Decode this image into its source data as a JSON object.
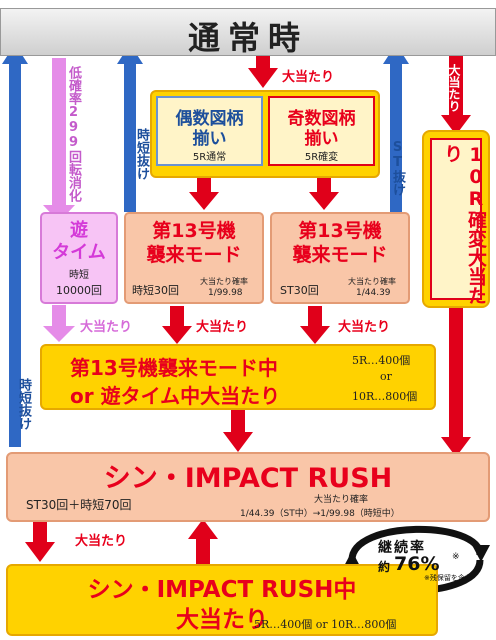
{
  "header": {
    "title": "通常時"
  },
  "labels": {
    "hit": "大当たり",
    "jitan_nuke": "時短抜け",
    "st_nuke": "ST抜け",
    "low_prob_299": "低確率299回転消化"
  },
  "even_box": {
    "title_line1": "偶数図柄",
    "title_line2": "揃い",
    "sub": "5R通常"
  },
  "odd_box": {
    "title_line1": "奇数図柄",
    "title_line2": "揃い",
    "sub": "5R確変"
  },
  "right_box": {
    "title": "10R確変大当たり"
  },
  "asobi_box": {
    "title_line1": "遊",
    "title_line2": "タイム",
    "sub1": "時短",
    "sub2": "10000回"
  },
  "mode_left": {
    "title_line1": "第13号機",
    "title_line2": "襲来モード",
    "jitan": "時短30回",
    "prob_label": "大当たり確率",
    "prob_value": "1/99.98"
  },
  "mode_right": {
    "title_line1": "第13号機",
    "title_line2": "襲来モード",
    "st": "ST30回",
    "prob_label": "大当たり確率",
    "prob_value": "1/44.39"
  },
  "mid_box": {
    "line1": "第13号機襲来モード中",
    "line2": "or 遊タイム中大当たり",
    "r1": "5R…400個",
    "or": "or",
    "r2": "10R…800個"
  },
  "rush_box": {
    "title": "シン・IMPACT RUSH",
    "sub": "ST30回＋時短70回",
    "prob_label": "大当たり確率",
    "prob_value": "1/44.39（ST中）→1/99.98（時短中）"
  },
  "bottom_box": {
    "line1": "シン・IMPACT RUSH中",
    "line2": "大当たり",
    "detail": "5R…400個 or 10R…800個"
  },
  "continuation": {
    "label": "継続率",
    "prefix": "約",
    "value": "76%",
    "mark": "※",
    "note": "※残保留を含む"
  }
}
